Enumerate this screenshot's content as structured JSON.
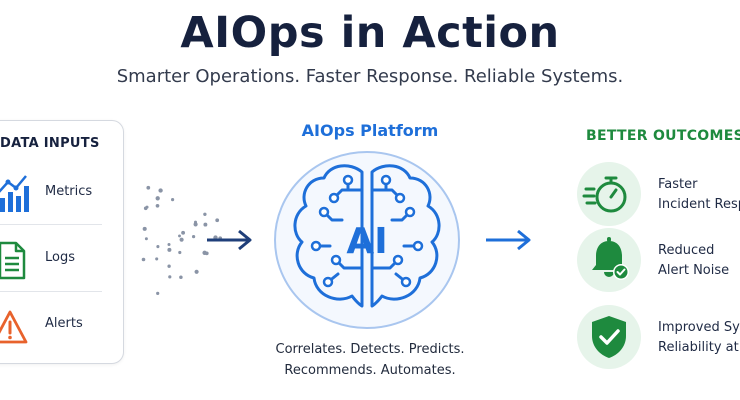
{
  "header": {
    "title": "AIOps in Action",
    "subtitle": "Smarter Operations. Faster Response. Reliable Systems."
  },
  "inputs": {
    "title": "DATA INPUTS",
    "items": [
      {
        "label": "Metrics",
        "icon": "bar-chart-icon"
      },
      {
        "label": "Logs",
        "icon": "document-icon"
      },
      {
        "label": "Alerts",
        "icon": "warning-icon"
      }
    ]
  },
  "platform": {
    "title": "AIOps Platform",
    "brain_label": "AI",
    "caption_line1": "Correlates. Detects. Predicts.",
    "caption_line2": "Recommends. Automates."
  },
  "outcomes": {
    "title": "BETTER OUTCOMES",
    "items": [
      {
        "line1": "Faster",
        "line2": "Incident Resp",
        "icon": "stopwatch-icon"
      },
      {
        "line1": "Reduced",
        "line2": "Alert Noise",
        "icon": "bell-check-icon"
      },
      {
        "line1": "Improved Syst",
        "line2": "Reliability at S",
        "icon": "shield-check-icon"
      }
    ]
  },
  "colors": {
    "primary_blue": "#1e6fd9",
    "green": "#1e8a3e",
    "orange": "#e8622c",
    "dark_text": "#16213e"
  }
}
